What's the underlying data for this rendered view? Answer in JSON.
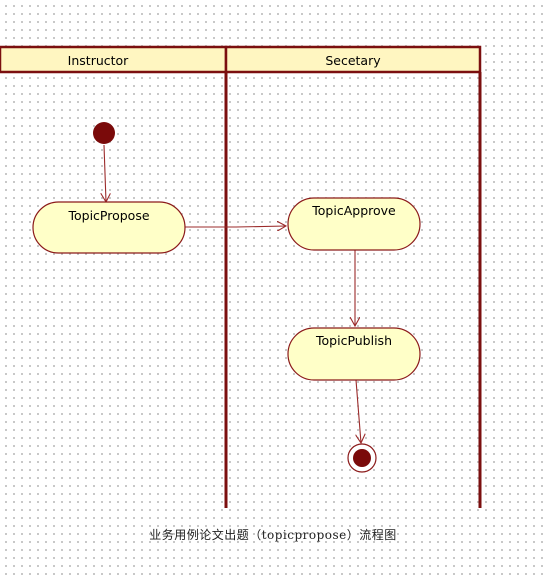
{
  "diagram": {
    "type": "activity-diagram",
    "lanes": [
      {
        "id": "instructor",
        "label": "Instructor"
      },
      {
        "id": "secretary",
        "label": "Secetary"
      }
    ],
    "nodes": {
      "start": {
        "kind": "initial",
        "lane": "instructor"
      },
      "topic_propose": {
        "kind": "action",
        "lane": "instructor",
        "label": "TopicPropose"
      },
      "topic_approve": {
        "kind": "action",
        "lane": "secretary",
        "label": "TopicApprove"
      },
      "topic_publish": {
        "kind": "action",
        "lane": "secretary",
        "label": "TopicPublish"
      },
      "end": {
        "kind": "final",
        "lane": "secretary"
      }
    },
    "transitions": [
      {
        "from": "start",
        "to": "topic_propose"
      },
      {
        "from": "topic_propose",
        "to": "topic_approve"
      },
      {
        "from": "topic_approve",
        "to": "topic_publish"
      },
      {
        "from": "topic_publish",
        "to": "end"
      }
    ],
    "colors": {
      "lane_border": "#7b0f0f",
      "header_fill": "#fff6c1",
      "node_fill": "#ffffc8",
      "node_border": "#8b1a1a",
      "arrow": "#9b2b2b",
      "initial_fill": "#7a0a0a"
    }
  },
  "caption": "业务用例论文出题（topicpropose）流程图"
}
